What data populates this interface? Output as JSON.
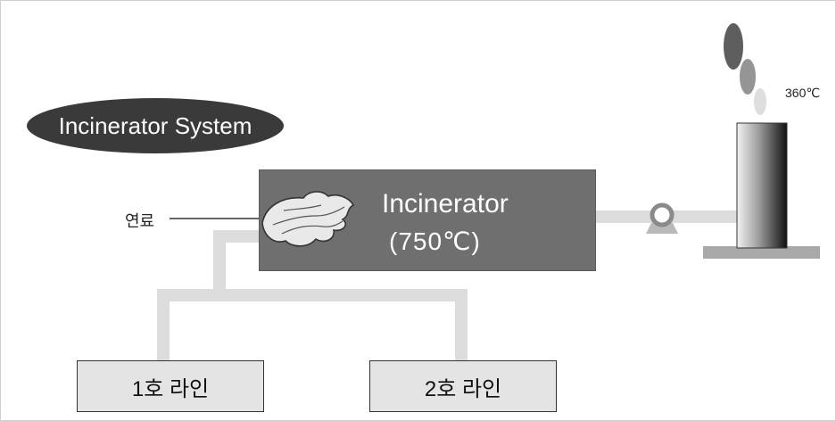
{
  "title": "Incinerator System",
  "incinerator": {
    "name": "Incinerator",
    "temperature": "(750℃)"
  },
  "fuel_label": "연료",
  "stack_temperature": "360℃",
  "lines": [
    {
      "label": "1호 라인"
    },
    {
      "label": "2호 라인"
    }
  ],
  "colors": {
    "title_pill": "#3a3a3a",
    "incinerator": "#6f6f6f",
    "pipe": "#dcdcdc",
    "line_box": "#e4e4e4",
    "ground": "#a9a9a9"
  },
  "icons": [
    "flame-icon",
    "fan-icon",
    "smoke-icon",
    "chimney-icon"
  ]
}
